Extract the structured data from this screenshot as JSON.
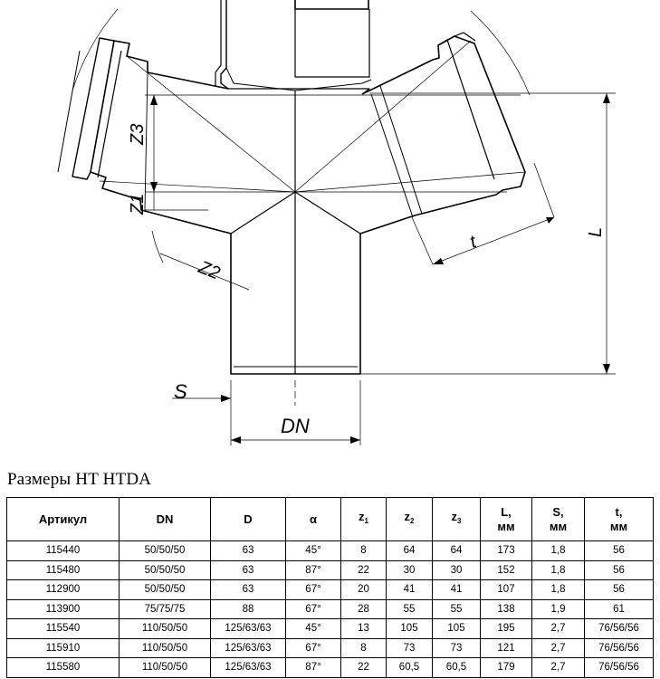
{
  "drawing": {
    "labels": {
      "z3": "Z3",
      "z1": "Z1",
      "z2": "Z2",
      "t": "t",
      "L": "L",
      "S": "S",
      "DN": "DN"
    }
  },
  "caption": "Размеры HT HTDA",
  "table": {
    "headers": [
      {
        "main": "Артикул",
        "sub": ""
      },
      {
        "main": "DN",
        "sub": ""
      },
      {
        "main": "D",
        "sub": ""
      },
      {
        "main": "α",
        "sub": ""
      },
      {
        "main": "z",
        "sub": "1"
      },
      {
        "main": "z",
        "sub": "2"
      },
      {
        "main": "z",
        "sub": "3"
      },
      {
        "main": "L,",
        "sub": "мм"
      },
      {
        "main": "S,",
        "sub": "мм"
      },
      {
        "main": "t,",
        "sub": "мм"
      }
    ],
    "rows": [
      [
        "115440",
        "50/50/50",
        "63",
        "45°",
        "8",
        "64",
        "64",
        "173",
        "1,8",
        "56"
      ],
      [
        "115480",
        "50/50/50",
        "63",
        "87°",
        "22",
        "30",
        "30",
        "152",
        "1,8",
        "56"
      ],
      [
        "112900",
        "50/50/50",
        "63",
        "67°",
        "20",
        "41",
        "41",
        "107",
        "1,8",
        "56"
      ],
      [
        "113900",
        "75/75/75",
        "88",
        "67°",
        "28",
        "55",
        "55",
        "138",
        "1,9",
        "61"
      ],
      [
        "115540",
        "110/50/50",
        "125/63/63",
        "45°",
        "13",
        "105",
        "105",
        "195",
        "2,7",
        "76/56/56"
      ],
      [
        "115910",
        "110/50/50",
        "125/63/63",
        "67°",
        "8",
        "73",
        "73",
        "121",
        "2,7",
        "76/56/56"
      ],
      [
        "115580",
        "110/50/50",
        "125/63/63",
        "87°",
        "22",
        "60,5",
        "60,5",
        "179",
        "2,7",
        "76/56/56"
      ]
    ]
  }
}
